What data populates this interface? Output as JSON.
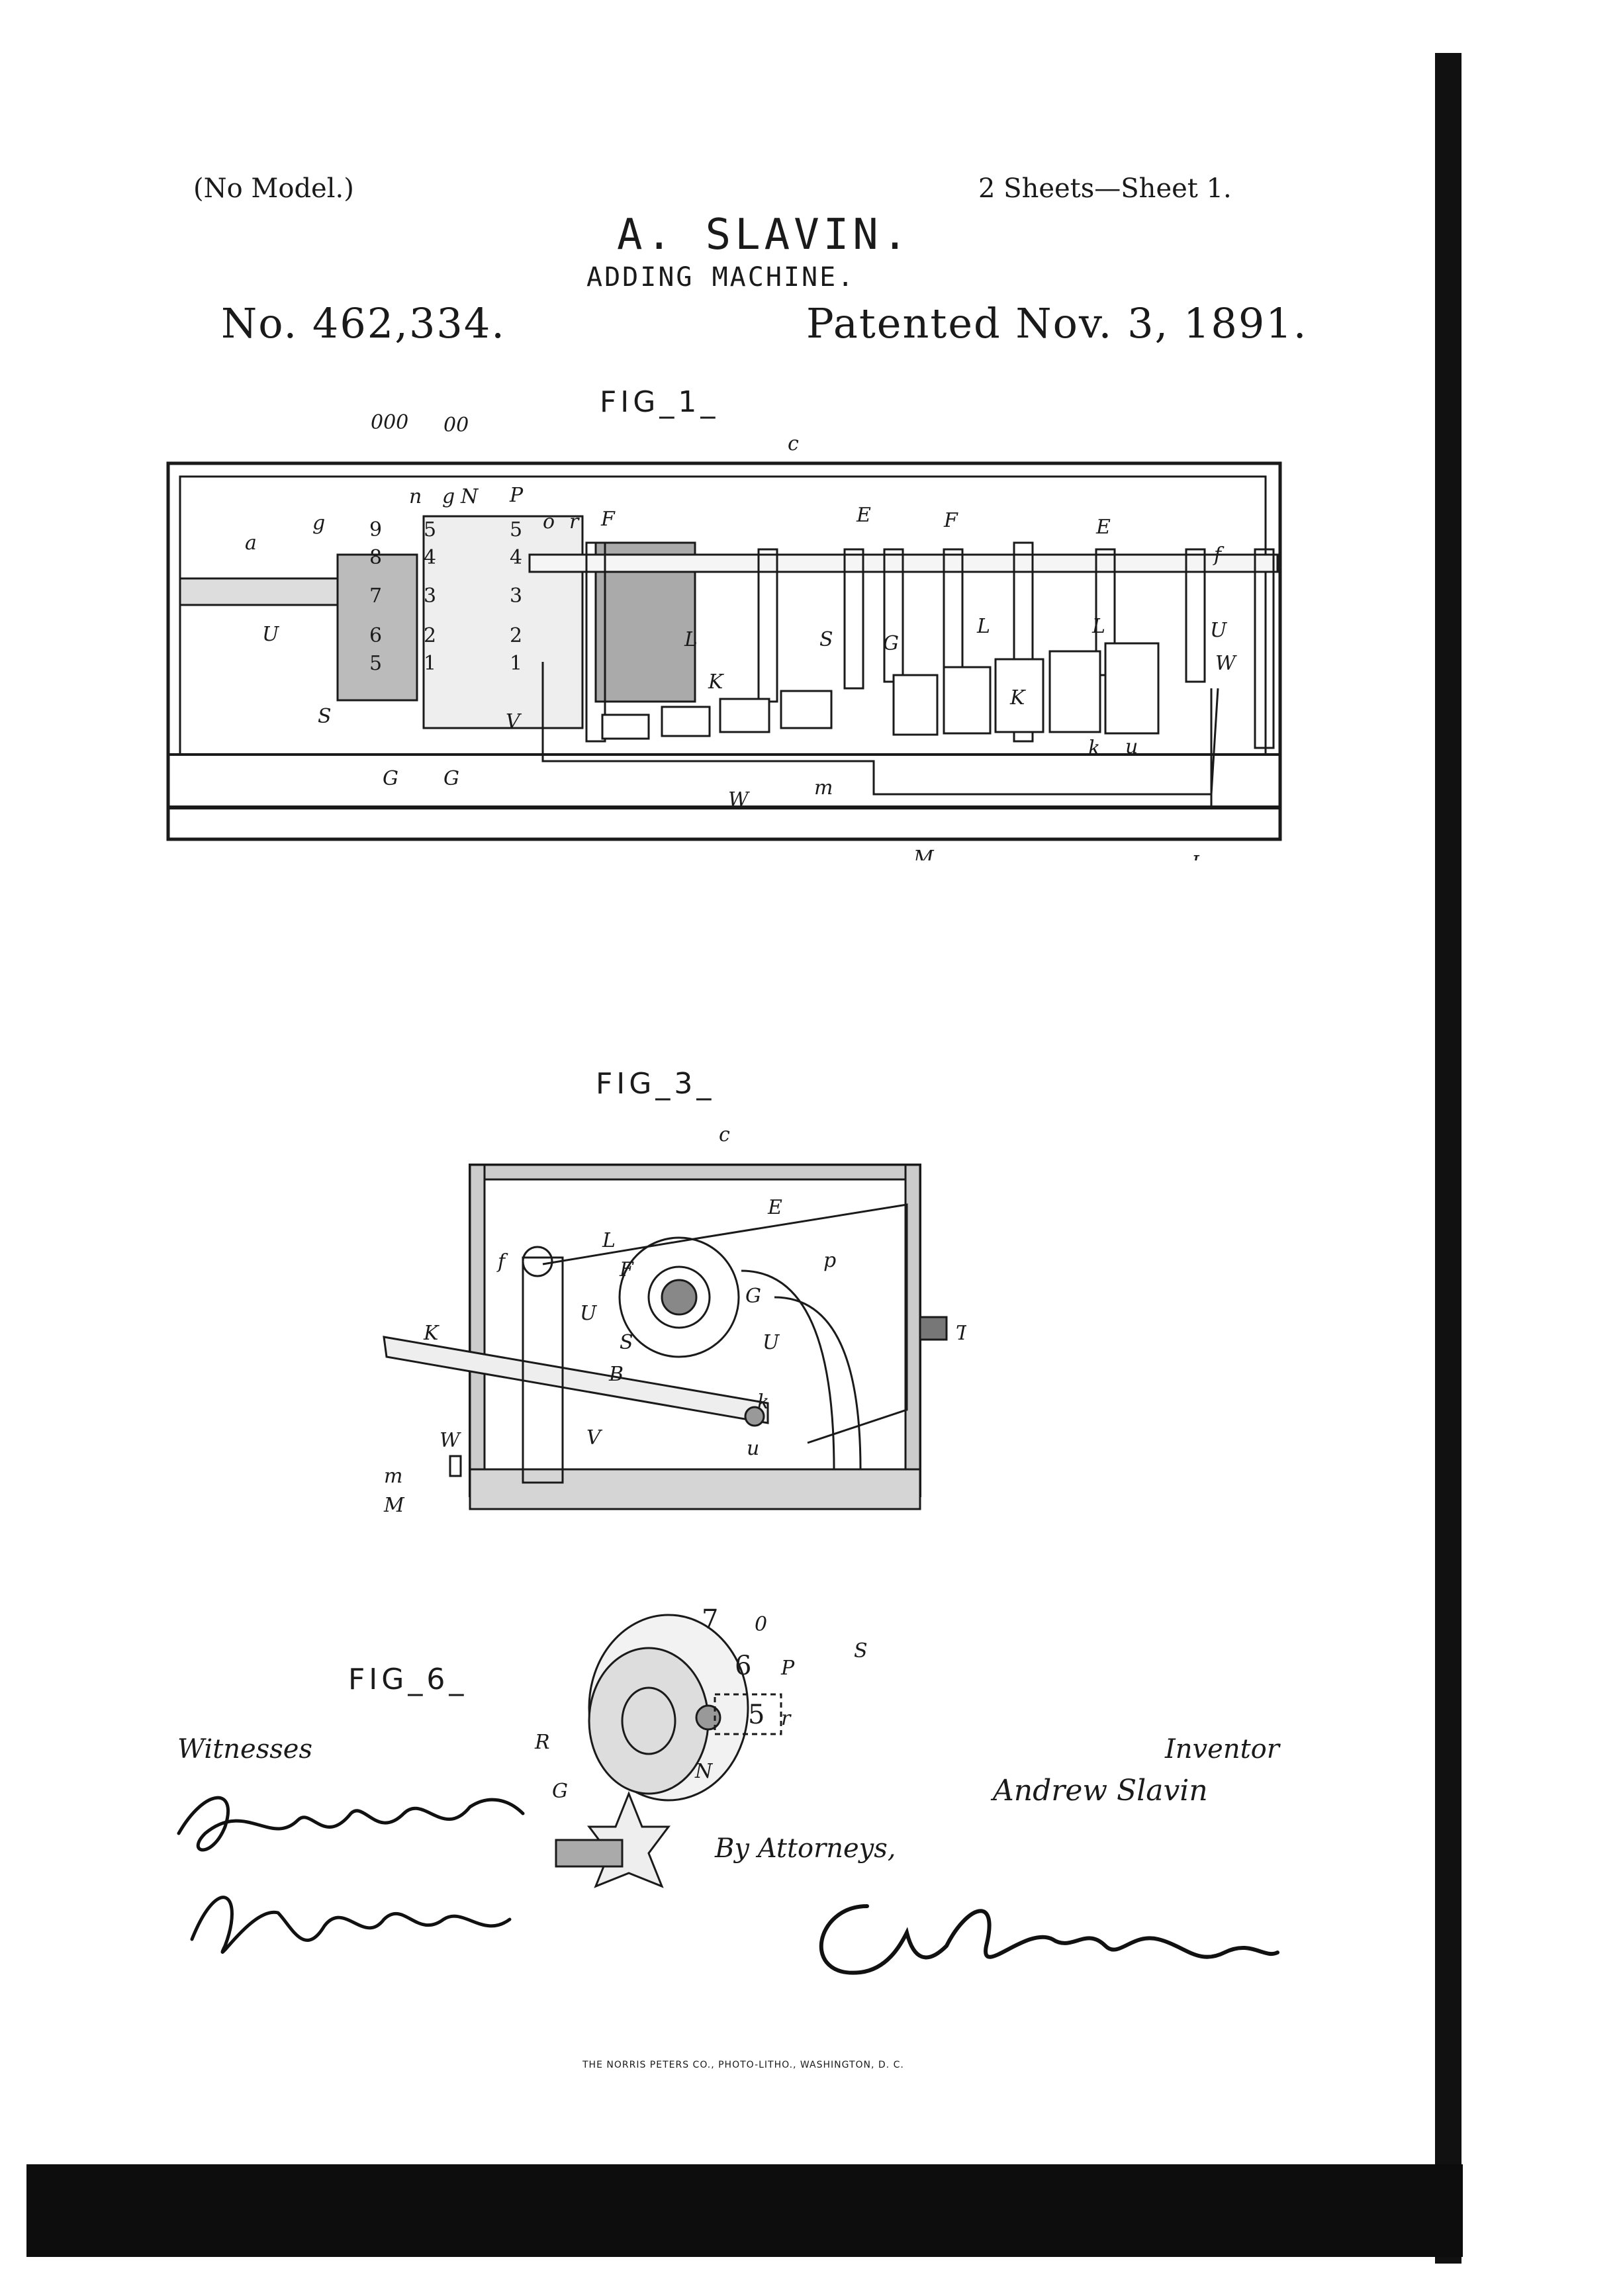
{
  "header": {
    "model_note": "(No Model.)",
    "sheets": "2 Sheets—Sheet 1.",
    "inventor_name": "A. SLAVIN.",
    "invention_title": "ADDING MACHINE.",
    "patent_number": "No. 462,334.",
    "patent_date": "Patented Nov. 3, 1891."
  },
  "figures": {
    "fig1": {
      "caption": "FIG_1_",
      "wheel_digits_a": [
        "9",
        "8",
        "7",
        "6",
        "5"
      ],
      "wheel_digits_b": [
        "5",
        "4",
        "3",
        "2",
        "1"
      ],
      "wheel_digits_c": [
        "5",
        "4",
        "3",
        "2",
        "1"
      ],
      "labels": [
        "000",
        "00",
        "c",
        "a",
        "g",
        "n",
        "g",
        "N",
        "P",
        "o",
        "r",
        "F",
        "E",
        "F",
        "E",
        "f",
        "U",
        "U",
        "L",
        "K",
        "L",
        "S",
        "G",
        "L",
        "K",
        "k",
        "u",
        "W",
        "V",
        "W",
        "m",
        "M",
        "I",
        "G",
        "G",
        "S"
      ]
    },
    "fig3": {
      "caption": "FIG_3_",
      "labels": [
        "c",
        "E",
        "L",
        "f",
        "F",
        "G",
        "p",
        "U",
        "S",
        "T",
        "K",
        "B",
        "U",
        "k",
        "V",
        "W",
        "u",
        "m",
        "M"
      ]
    },
    "fig6": {
      "caption": "FIG_6_",
      "digits": [
        "7",
        "6",
        "5"
      ],
      "labels": [
        "0",
        "P",
        "S",
        "R",
        "N",
        "r",
        "G"
      ]
    }
  },
  "signatures": {
    "witnesses_label": "Witnesses",
    "inventor_label": "Inventor",
    "inventor_signature": "Andrew Slavin",
    "attorneys_label": "By Attorneys,"
  },
  "footer": {
    "printer": "THE NORRIS PETERS CO., PHOTO-LITHO., WASHINGTON, D. C."
  }
}
